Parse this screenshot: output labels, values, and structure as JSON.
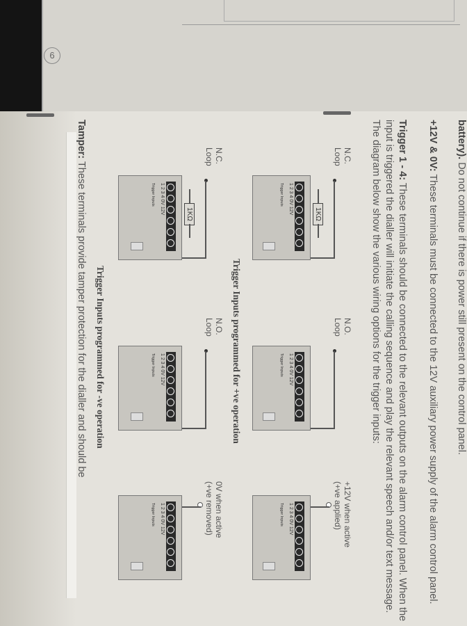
{
  "page_number": "6",
  "paragraphs": {
    "warning_bold": "Before making any connections to the unit, isolate ALL power from the control panel (AC mains and battery).",
    "warning_rest": " Do not continue if there is power still present on the control panel.",
    "power_bold": "+12V & 0V:",
    "power_rest": " These terminals must be connected to the 12V auxiliary power supply of the alarm control panel.",
    "trigger_bold": "Trigger 1 - 4:",
    "trigger_rest": " These terminals should be connected to the relevant outputs on the alarm control panel. When the input is triggered the dialler will initiate the calling sequence and play the relevant speech and/or text message. The diagram below show the various wiring options for the trigger inputs:",
    "tamper_bold": "Tamper:",
    "tamper_rest": " These terminals provide tamper protection for the dialler and should be"
  },
  "diagrams": {
    "label_nc": [
      "N.C.",
      "Loop"
    ],
    "label_no": [
      "N.O.",
      "Loop"
    ],
    "label_12v_active": [
      "+12V when active",
      "(+ve applied)"
    ],
    "label_0v_active": [
      "0V when active",
      "(+ve removed)"
    ],
    "resistor": "1KΩ",
    "terminal_numbers_12v": "1  2  3  4  0V  12V",
    "terminal_numbers_0v": "1  2  3  4  0V  12V",
    "terminal_label": "Trigger Inputs",
    "caption_positive": "Trigger Inputs programmed for +ve operation",
    "caption_negative": "Trigger Inputs programmed for -ve operation"
  }
}
